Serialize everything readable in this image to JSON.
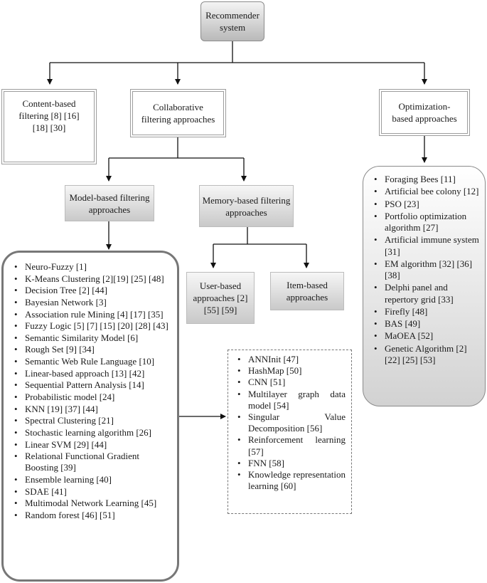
{
  "root": {
    "label_line1": "Recommender",
    "label_line2": "system"
  },
  "content_based": {
    "label": "Content-based filtering [8] [16] [18] [30]"
  },
  "collaborative": {
    "label": "Collaborative filtering approaches"
  },
  "optimization": {
    "label": "Optimization-based approaches"
  },
  "model_based": {
    "label": "Model-based filtering approaches"
  },
  "memory_based": {
    "label": "Memory-based filtering approaches"
  },
  "user_based": {
    "label": "User-based approaches [2] [55] [59]"
  },
  "item_based": {
    "label": "Item-based approaches"
  },
  "optimization_methods": [
    "Foraging Bees [11]",
    "Artificial bee colony [12]",
    "PSO [23]",
    "Portfolio optimization algorithm [27]",
    "Artificial immune system [31]",
    "EM algorithm [32] [36] [38]",
    "Delphi panel and repertory grid [33]",
    "Firefly [48]",
    "BAS [49]",
    "MaOEA [52]",
    "Genetic Algorithm [2] [22] [25] [53]"
  ],
  "model_methods": [
    "Neuro-Fuzzy [1]",
    "K-Means Clustering [2][19] [25] [48]",
    "Decision Tree [2] [44]",
    "Bayesian Network [3]",
    "Association rule Mining [4] [17] [35]",
    "Fuzzy Logic [5] [7] [15] [20] [28] [43]",
    "Semantic Similarity Model [6]",
    "Rough Set [9] [34]",
    "Semantic Web Rule Language [10]",
    "Linear-based approach [13] [42]",
    "Sequential Pattern Analysis [14]",
    "Probabilistic model [24]",
    "KNN [19] [37] [44]",
    "Spectral Clustering [21]",
    "Stochastic learning algorithm [26]",
    "Linear SVM [29] [44]",
    "Relational Functional Gradient Boosting [39]",
    "Ensemble learning [40]",
    "SDAE [41]",
    "Multimodal Network Learning [45]",
    "Random forest [46] [51]"
  ],
  "deep_methods": [
    "ANNInit [47]",
    "HashMap [50]",
    "CNN [51]",
    "Multilayer graph data model [54]",
    "Singular Value Decomposition [56]",
    "Reinforcement learning [57]",
    "FNN [58]",
    "Knowledge representation learning [60]"
  ]
}
